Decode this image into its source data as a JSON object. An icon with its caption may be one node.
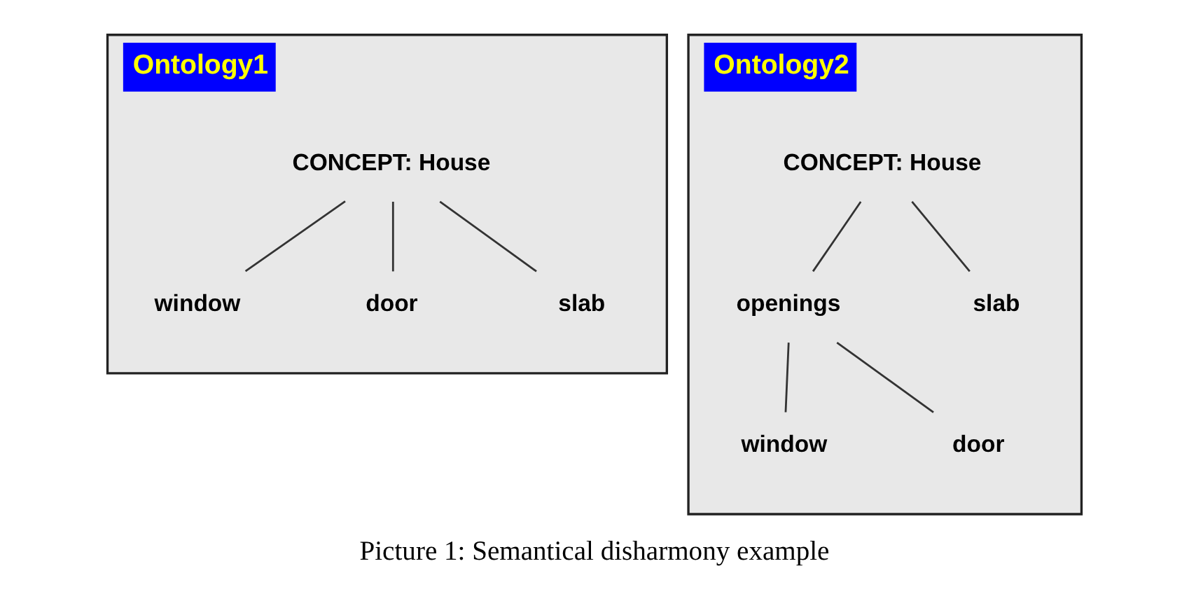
{
  "diagram": {
    "caption": "Picture 1: Semantical disharmony example",
    "nodes": [
      {
        "text": [
          "Ontology1"
        ]
      },
      {
        "text": [
          "CONCEPT: House"
        ],
        "in": 0
      },
      {
        "text": [
          "window"
        ],
        "in": 0
      },
      {
        "text": [
          "door"
        ],
        "in": 0
      },
      {
        "text": [
          "slab"
        ],
        "in": 0
      },
      {
        "text": [
          "Ontology2"
        ]
      },
      {
        "text": [
          "CONCEPT: House"
        ],
        "in": 5
      },
      {
        "text": [
          "openings"
        ],
        "in": 5
      },
      {
        "text": [
          "slab"
        ],
        "in": 5
      },
      {
        "text": [
          "window"
        ],
        "in": 5
      },
      {
        "text": [
          "door"
        ],
        "in": 5
      }
    ],
    "edges": [
      {
        "from": 1,
        "to": 2,
        "arrow": "none"
      },
      {
        "from": 1,
        "to": 3,
        "arrow": "none"
      },
      {
        "from": 1,
        "to": 4,
        "arrow": "none"
      },
      {
        "from": 6,
        "to": 7,
        "arrow": "none"
      },
      {
        "from": 6,
        "to": 8,
        "arrow": "none"
      },
      {
        "from": 7,
        "to": 9,
        "arrow": "none"
      },
      {
        "from": 7,
        "to": 10,
        "arrow": "none"
      }
    ]
  }
}
